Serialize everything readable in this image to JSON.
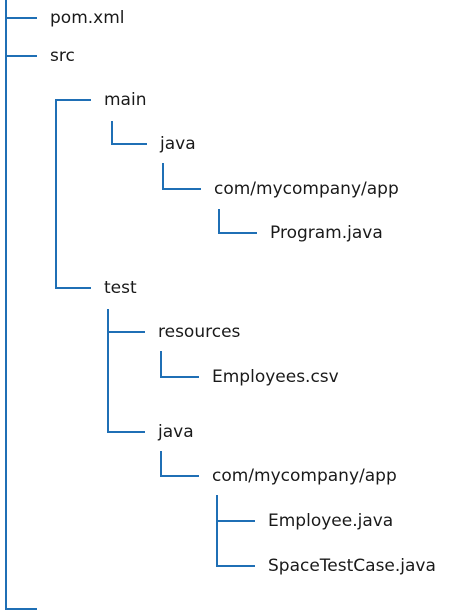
{
  "tree": {
    "line_color": "#1f6fb5",
    "text_color": "#1a1a1a",
    "nodes": [
      {
        "id": "pom",
        "label": "pom.xml",
        "depth": 0,
        "type": "file"
      },
      {
        "id": "src",
        "label": "src",
        "depth": 0,
        "type": "folder"
      },
      {
        "id": "main",
        "label": "main",
        "depth": 1,
        "type": "folder"
      },
      {
        "id": "main-java",
        "label": "java",
        "depth": 2,
        "type": "folder"
      },
      {
        "id": "main-app",
        "label": "com/mycompany/app",
        "depth": 3,
        "type": "folder"
      },
      {
        "id": "program",
        "label": "Program.java",
        "depth": 4,
        "type": "file"
      },
      {
        "id": "test",
        "label": "test",
        "depth": 1,
        "type": "folder"
      },
      {
        "id": "resources",
        "label": "resources",
        "depth": 2,
        "type": "folder"
      },
      {
        "id": "employees-csv",
        "label": "Employees.csv",
        "depth": 3,
        "type": "file"
      },
      {
        "id": "test-java",
        "label": "java",
        "depth": 2,
        "type": "folder"
      },
      {
        "id": "test-app",
        "label": "com/mycompany/app",
        "depth": 3,
        "type": "folder"
      },
      {
        "id": "employee",
        "label": "Employee.java",
        "depth": 4,
        "type": "file"
      },
      {
        "id": "spacetestcase",
        "label": "SpaceTestCase.java",
        "depth": 4,
        "type": "file"
      }
    ]
  }
}
